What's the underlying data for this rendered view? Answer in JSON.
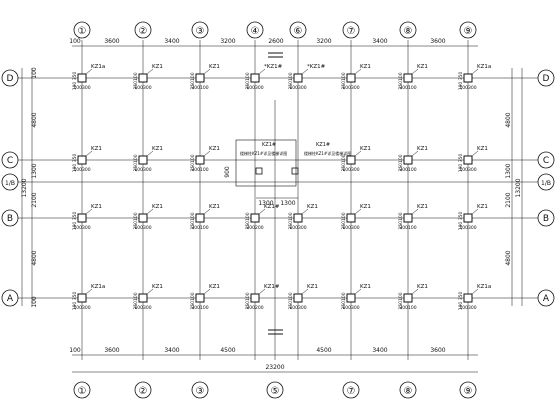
{
  "colors": {
    "ink": "#111111",
    "paper": "#ffffff"
  },
  "grid": {
    "x_bubbles": [
      {
        "id": "x1",
        "label": "①"
      },
      {
        "id": "x2",
        "label": "②"
      },
      {
        "id": "x3",
        "label": "③"
      },
      {
        "id": "x4",
        "label": "④"
      },
      {
        "id": "x5",
        "label": "⑤"
      },
      {
        "id": "x6",
        "label": "⑥"
      },
      {
        "id": "x7",
        "label": "⑦"
      },
      {
        "id": "x8",
        "label": "⑧"
      },
      {
        "id": "x9",
        "label": "⑨"
      }
    ],
    "y_bubbles": [
      {
        "id": "yD",
        "label": "D"
      },
      {
        "id": "yC",
        "label": "C"
      },
      {
        "id": "y1B",
        "label": "1/B"
      },
      {
        "id": "yB",
        "label": "B"
      },
      {
        "id": "yA",
        "label": "A"
      }
    ]
  },
  "dimensions": {
    "top": [
      "100",
      "3600",
      "3400",
      "3200",
      "2600",
      "3200",
      "3400",
      "3600"
    ],
    "bottom": [
      "100",
      "3600",
      "3400",
      "4500",
      "4500",
      "3400",
      "3600"
    ],
    "bottom_total": "23200",
    "left": [
      "100",
      "4800",
      "1300",
      "2100",
      "4800",
      "100"
    ],
    "left_total": "13200",
    "right": [
      "4800",
      "1300",
      "2100",
      "4800"
    ],
    "right_total": "13200",
    "inner": [
      "1300",
      "1300"
    ],
    "inner_900": "900"
  },
  "columns": {
    "kz1": "KZ1",
    "kz1a": "KZ1a",
    "kz1_hash": "KZ1#",
    "kz1_star": "*KZ1#",
    "dims": {
      "d100_300": "100300",
      "d300_100": "300100",
      "d350_100": "350100",
      "d100_350": "100 350",
      "d200_200": "200200",
      "d300": "300"
    }
  },
  "notes": {
    "left": "楼梯柱KZ1#详见楼梯详图",
    "right": "楼梯柱KZ1#详见楼梯详图"
  }
}
